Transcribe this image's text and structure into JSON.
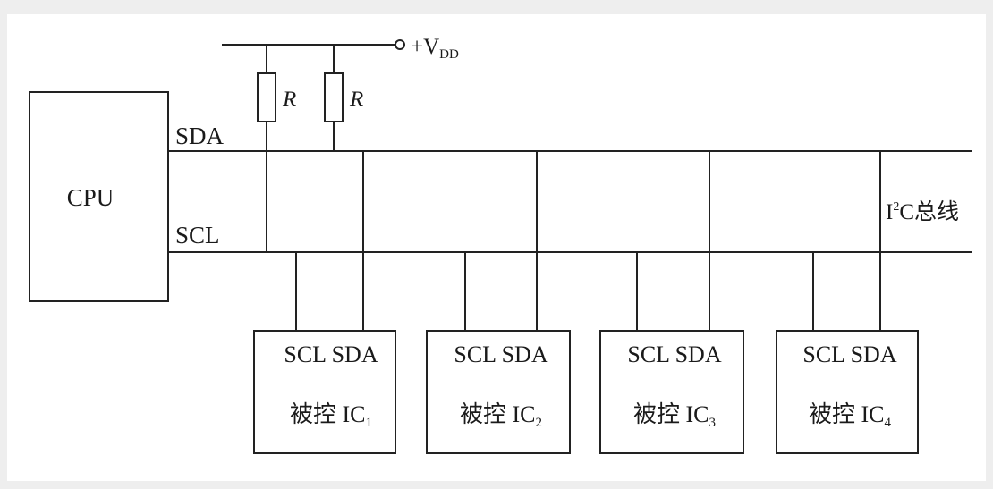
{
  "cpu_label": "CPU",
  "sda_label": "SDA",
  "scl_label": "SCL",
  "vdd": {
    "prefix": "+V",
    "subscript": "DD"
  },
  "resistors": [
    {
      "label": "R"
    },
    {
      "label": "R"
    }
  ],
  "bus_label": {
    "prefix": "I",
    "superscript": "2",
    "suffix": "C总线"
  },
  "devices": [
    {
      "pins_label": "SCL SDA",
      "name": "被控 IC",
      "index": "1"
    },
    {
      "pins_label": "SCL SDA",
      "name": "被控 IC",
      "index": "2"
    },
    {
      "pins_label": "SCL SDA",
      "name": "被控 IC",
      "index": "3"
    },
    {
      "pins_label": "SCL SDA",
      "name": "被控 IC",
      "index": "4"
    }
  ]
}
